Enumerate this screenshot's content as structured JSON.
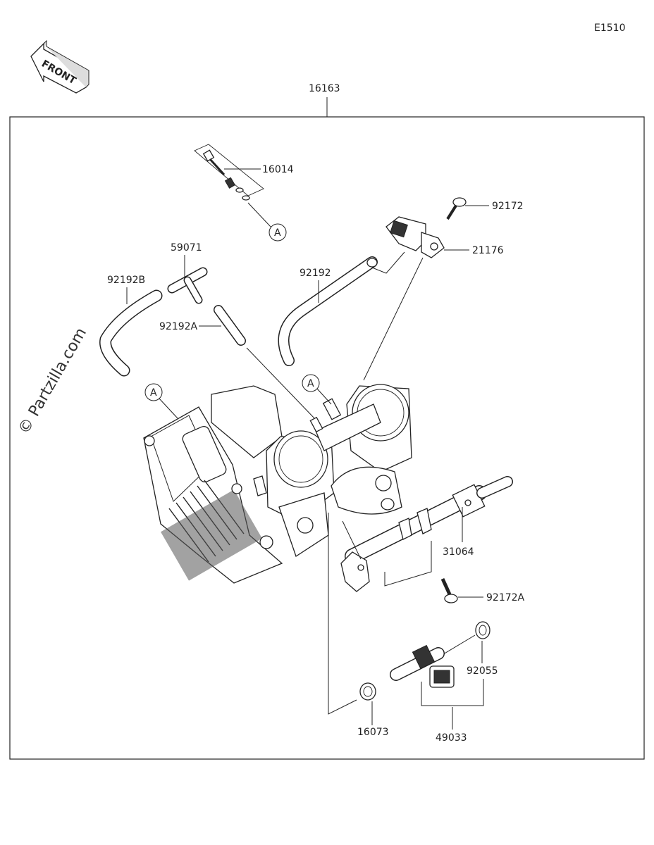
{
  "diagram_code": "E1510",
  "front_label": "FRONT",
  "watermark": "© Partzilla.com",
  "assembly_label": "16163",
  "ref_marker": "A",
  "parts": {
    "p16014": "16014",
    "p92172": "92172",
    "p21176": "21176",
    "p59071": "59071",
    "p92192": "92192",
    "p92192B": "92192B",
    "p92192A": "92192A",
    "p31064": "31064",
    "p92172A": "92172A",
    "p92055": "92055",
    "p16073": "16073",
    "p49033": "49033"
  }
}
